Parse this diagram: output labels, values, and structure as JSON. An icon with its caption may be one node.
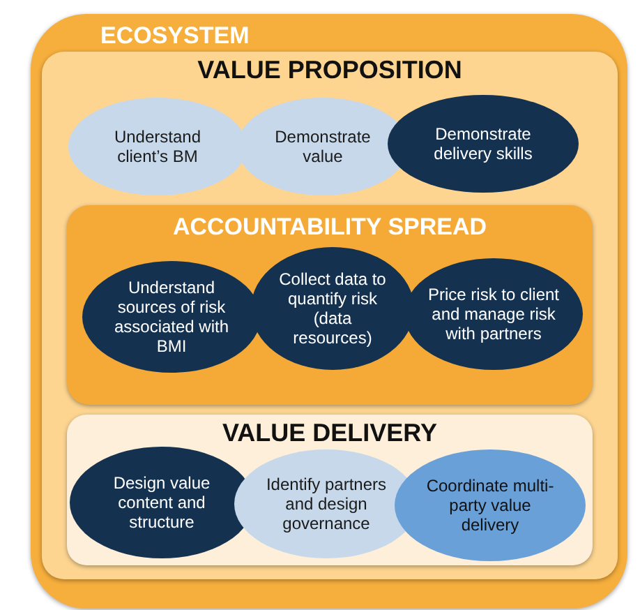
{
  "diagram": {
    "nodes": [
      {
        "text": [
          "ECOSYSTEM"
        ]
      },
      {
        "text": [
          "VALUE PROPOSITION"
        ],
        "in": 0
      },
      {
        "text": [
          "Understand client’s BM"
        ],
        "in": 1
      },
      {
        "text": [
          "Demonstrate value"
        ],
        "in": 1
      },
      {
        "text": [
          "Demonstrate delivery skills"
        ],
        "in": 1
      },
      {
        "text": [
          "ACCOUNTABILITY SPREAD"
        ],
        "in": 1
      },
      {
        "text": [
          "Understand sources of risk associated with BMI"
        ],
        "in": 5
      },
      {
        "text": [
          "Collect data to quantify risk (data resources)"
        ],
        "in": 5
      },
      {
        "text": [
          "Price risk to client and manage risk with partners"
        ],
        "in": 5
      },
      {
        "text": [
          "VALUE DELIVERY"
        ],
        "in": 1
      },
      {
        "text": [
          "Design value content and structure"
        ],
        "in": 9
      },
      {
        "text": [
          "Identify partners and design governance"
        ],
        "in": 9
      },
      {
        "text": [
          "Coordinate multi-party value delivery"
        ],
        "in": 9
      }
    ]
  }
}
